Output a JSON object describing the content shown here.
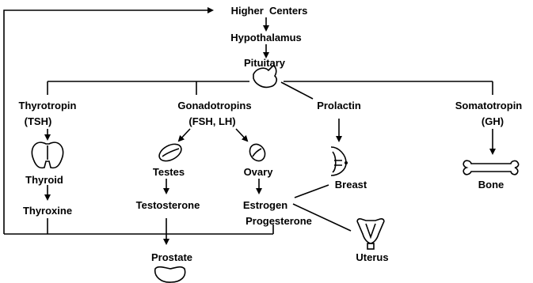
{
  "nodes": {
    "higher_centers": "Higher  Centers",
    "hypothalamus": "Hypothalamus",
    "pituitary": "Pituitary",
    "thyrotropin": "Thyrotropin",
    "tsh": "(TSH)",
    "thyroid": "Thyroid",
    "thyroxine": "Thyroxine",
    "gonadotropins": "Gonadotropins",
    "fsh_lh": "(FSH, LH)",
    "testes": "Testes",
    "testosterone": "Testosterone",
    "prostate": "Prostate",
    "ovary": "Ovary",
    "estrogen": "Estrogen",
    "progesterone": "Progesterone",
    "prolactin": "Prolactin",
    "breast": "Breast",
    "uterus": "Uterus",
    "somatotropin": "Somatotropin",
    "gh": "(GH)",
    "bone": "Bone"
  }
}
